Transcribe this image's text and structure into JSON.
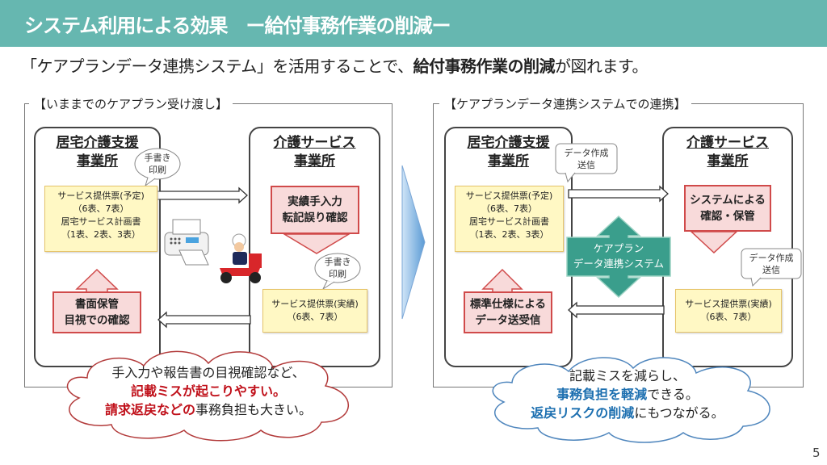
{
  "header": {
    "title": "システム利用による効果　ー給付事務作業の削減ー"
  },
  "subtitle": {
    "pre": "「ケアプランデータ連携システム」を活用することで、",
    "bold": "給付事務作業の削減",
    "post": "が図れます。"
  },
  "left": {
    "label": "【いままでのケアプラン受け渡し】",
    "office_a": "居宅介護支援\n事業所",
    "office_b": "介護サービス\n事業所",
    "bubble1": "手書き\n印刷",
    "bubble2": "手書き\n印刷",
    "note_plan": {
      "l1": "サービス提供票(予定)",
      "l2": "（6表、7表）",
      "l3": "居宅サービス計画書",
      "l4": "（1表、2表、3表）"
    },
    "note_result": {
      "l1": "サービス提供票(実績)",
      "l2": "（6表、7表）"
    },
    "box_b": "実績手入力\n転記誤り確認",
    "box_a": "書面保管\n目視での確認",
    "cloud": {
      "l1": "手入力や報告書の目視確認など、",
      "l2": "記載ミスが起こりやすい。",
      "l3_red": "請求返戻などの",
      "l3": "事務負担も大きい。"
    }
  },
  "right": {
    "label": "【ケアプランデータ連携システムでの連携】",
    "office_a": "居宅介護支援\n事業所",
    "office_b": "介護サービス\n事業所",
    "bubble1": "データ作成\n送信",
    "bubble2": "データ作成\n送信",
    "note_plan": {
      "l1": "サービス提供票(予定)",
      "l2": "（6表、7表）",
      "l3": "居宅サービス計画書",
      "l4": "（1表、2表、3表）"
    },
    "note_result": {
      "l1": "サービス提供票(実績)",
      "l2": "（6表、7表）"
    },
    "box_b": "システムによる\n確認・保管",
    "box_a": "標準仕様による\nデータ送受信",
    "system": "ケアプラン\nデータ連携システム",
    "cloud": {
      "l1": "記載ミスを減らし、",
      "l2_blue": "事務負担を軽減",
      "l2": "できる。",
      "l3_blue": "返戻リスクの削減",
      "l3": "にもつながる。"
    }
  },
  "page_number": "5",
  "colors": {
    "teal": "#66b7b0",
    "red": "#c0101a",
    "blue": "#1c6fb0",
    "system": "#3a9e8c"
  }
}
